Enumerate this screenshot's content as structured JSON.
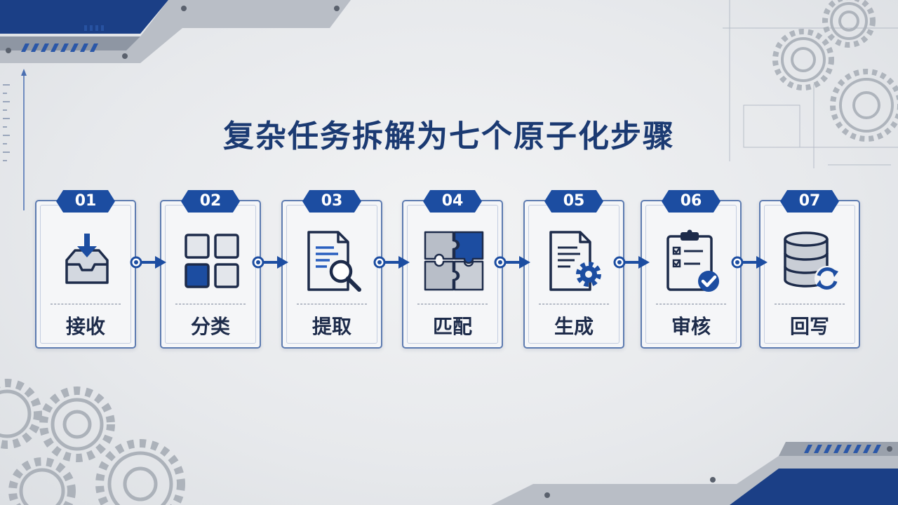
{
  "title": "复杂任务拆解为七个原子化步骤",
  "accent_color": "#1c4da1",
  "steps": [
    {
      "number": "01",
      "label": "接收",
      "icon": "inbox-download-icon"
    },
    {
      "number": "02",
      "label": "分类",
      "icon": "grid-squares-icon"
    },
    {
      "number": "03",
      "label": "提取",
      "icon": "document-search-icon"
    },
    {
      "number": "04",
      "label": "匹配",
      "icon": "puzzle-pieces-icon"
    },
    {
      "number": "05",
      "label": "生成",
      "icon": "document-gear-icon"
    },
    {
      "number": "06",
      "label": "审核",
      "icon": "clipboard-check-icon"
    },
    {
      "number": "07",
      "label": "回写",
      "icon": "database-sync-icon"
    }
  ]
}
